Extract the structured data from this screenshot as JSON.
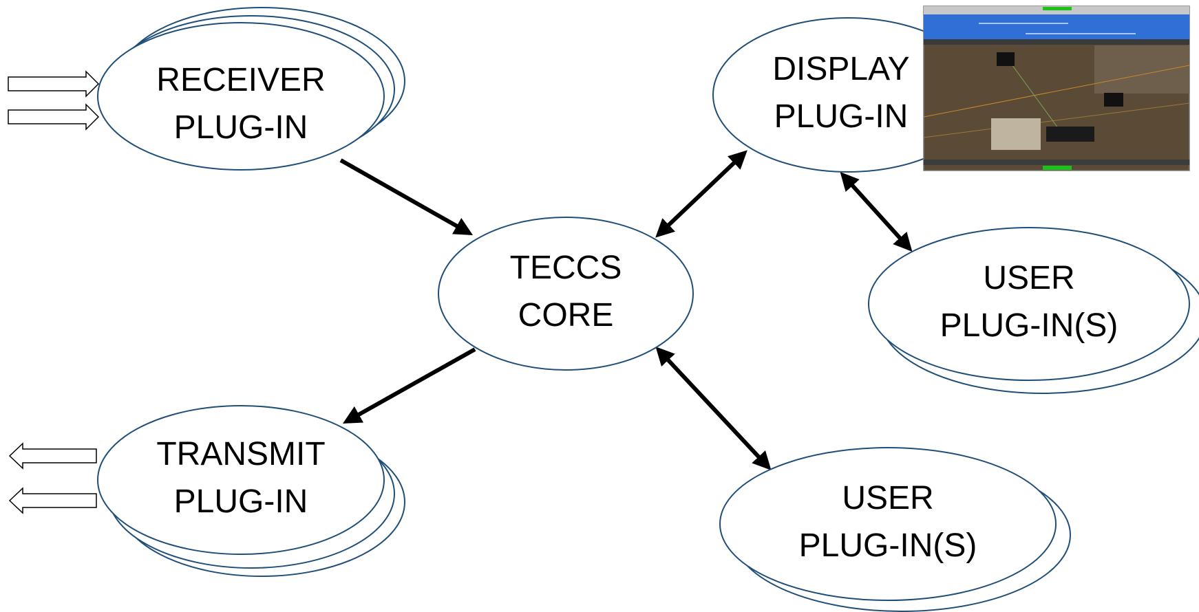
{
  "nodes": {
    "receiver": {
      "line1": "RECEIVER",
      "line2": "PLUG-IN"
    },
    "display": {
      "line1": "DISPLAY",
      "line2": "PLUG-IN"
    },
    "core": {
      "line1": "TECCS",
      "line2": "CORE"
    },
    "user_right": {
      "line1": "USER",
      "line2": "PLUG-IN(S)"
    },
    "transmit": {
      "line1": "TRANSMIT",
      "line2": "PLUG-IN"
    },
    "user_bottom": {
      "line1": "USER",
      "line2": "PLUG-IN(S)"
    }
  },
  "colors": {
    "ellipse_stroke": "#1f4e79",
    "arrow": "#000000",
    "screenshot_titlebar": "#2f6fd6",
    "screenshot_map": "#5a4a36"
  }
}
